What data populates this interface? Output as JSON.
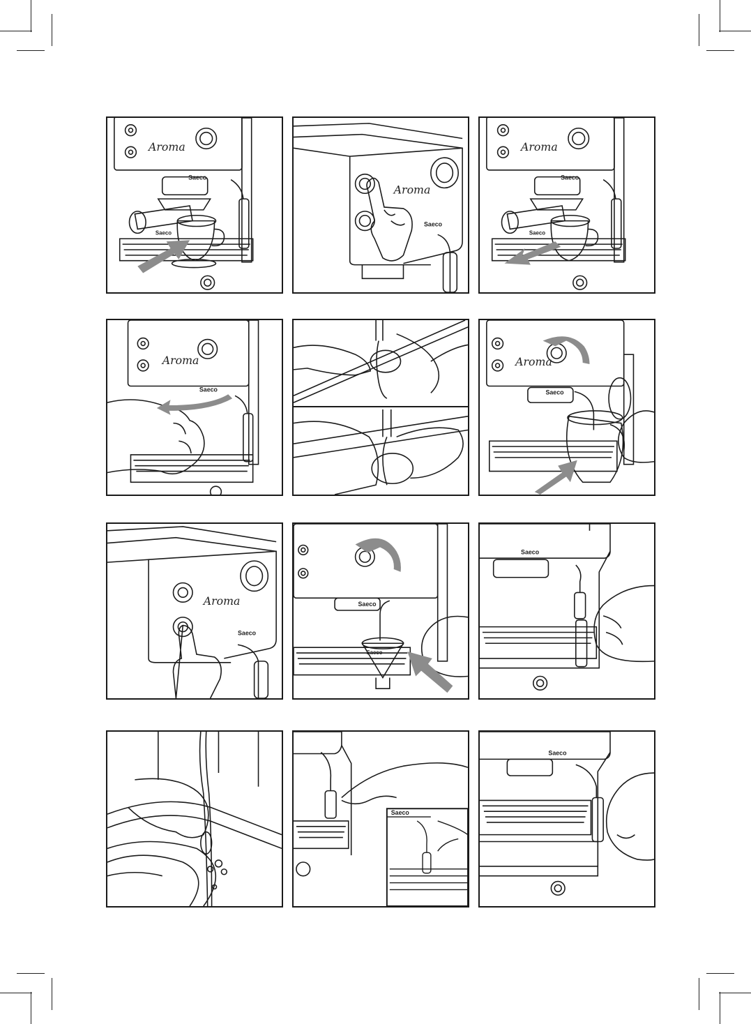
{
  "page": {
    "grid": {
      "rows": 4,
      "cols": 3
    }
  },
  "branding": {
    "model": "Aroma",
    "brand": "Saeco",
    "cup_brand": "Saeco"
  },
  "colors": {
    "line": "#1a1a1a",
    "arrow": "#8c8c8c",
    "background": "#ffffff"
  },
  "panels": [
    {
      "id": "1",
      "action": "insert-filter-holder-under-cup",
      "labels": [
        "Aroma",
        "Saeco",
        "Saeco"
      ]
    },
    {
      "id": "2",
      "action": "press-coffee-button",
      "labels": [
        "Aroma",
        "Saeco"
      ]
    },
    {
      "id": "3",
      "action": "remove-cup",
      "labels": [
        "Aroma",
        "Saeco",
        "Saeco"
      ]
    },
    {
      "id": "4",
      "action": "remove-filter-holder",
      "labels": [
        "Aroma",
        "Saeco"
      ]
    },
    {
      "id": "5",
      "action": "rinse-filter-holder",
      "labels": []
    },
    {
      "id": "6",
      "action": "steam-milk-jug",
      "labels": [
        "Aroma",
        "Saeco"
      ]
    },
    {
      "id": "7",
      "action": "press-steam-button",
      "labels": [
        "Aroma",
        "Saeco"
      ]
    },
    {
      "id": "8",
      "action": "hot-water-into-cup",
      "labels": [
        "Saeco",
        "Saeco"
      ]
    },
    {
      "id": "9",
      "action": "remove-steam-nozzle",
      "labels": [
        "Saeco"
      ]
    },
    {
      "id": "10",
      "action": "rinse-nozzle-under-tap",
      "labels": []
    },
    {
      "id": "11",
      "action": "reattach-nozzle",
      "labels": [
        "Saeco"
      ]
    },
    {
      "id": "12",
      "action": "nozzle-reassembled",
      "labels": [
        "Saeco"
      ]
    }
  ]
}
